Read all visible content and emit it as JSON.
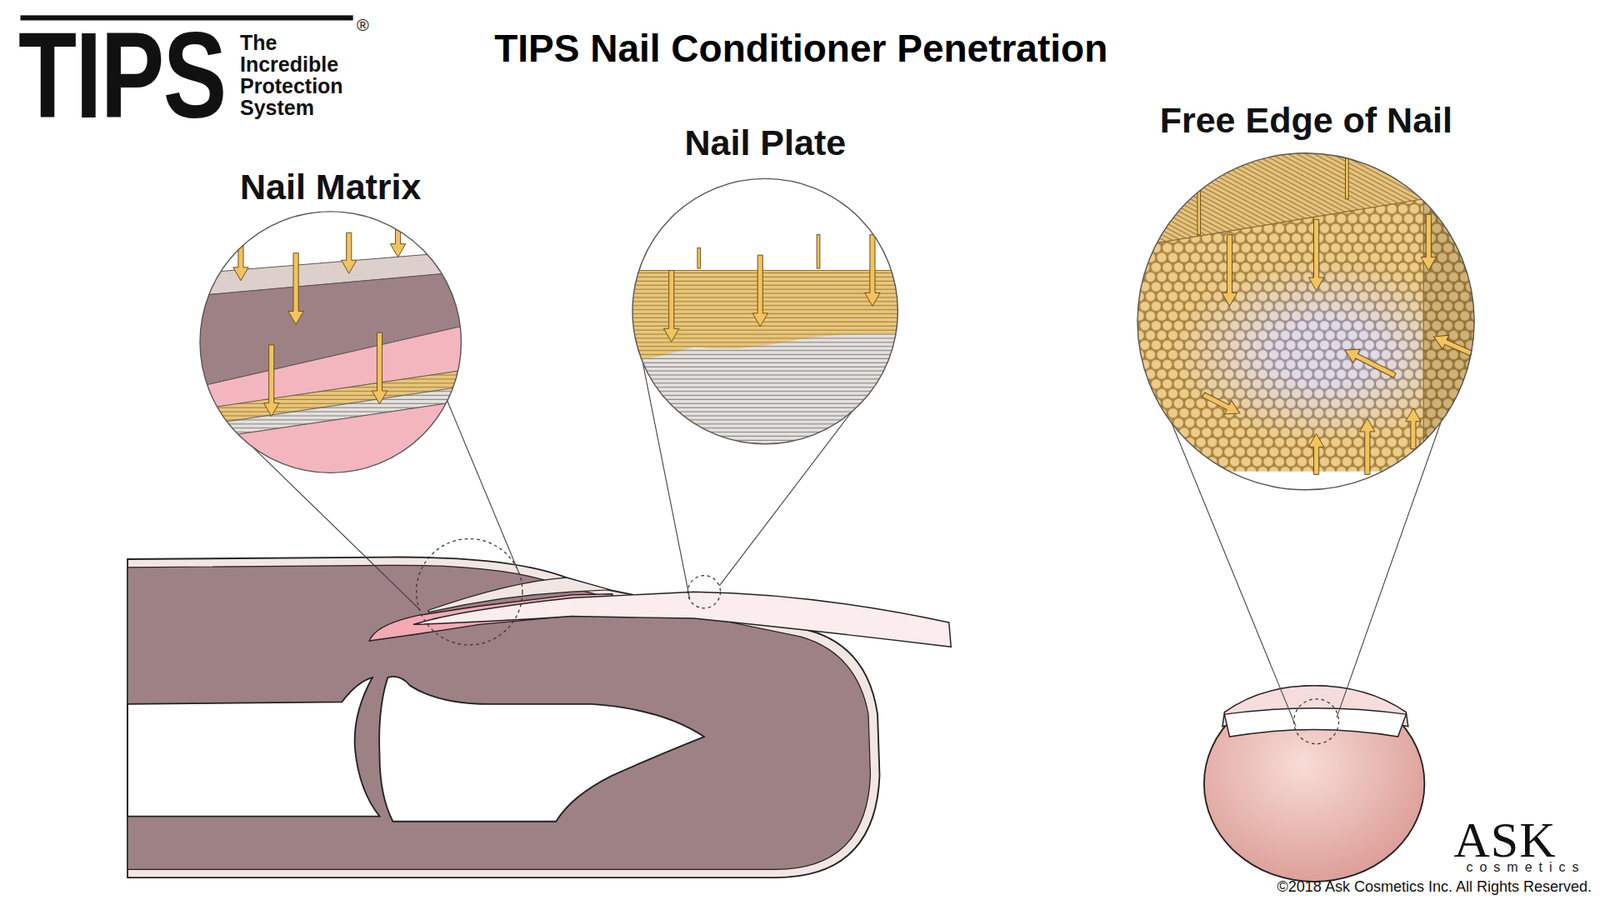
{
  "diagram": {
    "title": "TIPS Nail Conditioner Penetration",
    "nodes": [
      {
        "text": [
          "Nail Matrix"
        ]
      },
      {
        "text": [
          "Nail Plate"
        ]
      },
      {
        "text": [
          "Free Edge of Nail"
        ]
      }
    ],
    "labels": [
      "TIPS",
      "The Incredible Protection System",
      "®",
      "ASK",
      "cosmetics",
      "©2018 Ask Cosmetics Inc. All Rights Reserved."
    ]
  }
}
